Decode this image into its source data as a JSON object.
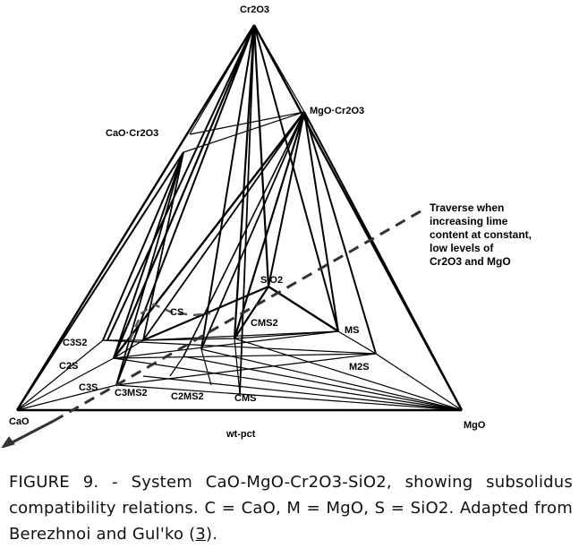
{
  "diagram": {
    "apex_top": "Cr2O3",
    "vertex_left": "CaO",
    "vertex_right": "MgO",
    "cao_cr2o3": "CaO·Cr2O3",
    "mgo_cr2o3": "MgO·Cr2O3",
    "sio2": "SiO2",
    "cs": "CS",
    "cms2": "CMS2",
    "ms": "MS",
    "m2s": "M2S",
    "c3s2": "C3S2",
    "c2s": "C2S",
    "c3s": "C3S",
    "c3ms2": "C3MS2",
    "c2ms2": "C2MS2",
    "cms": "CMS",
    "base_label": "wt-pct",
    "traverse_note": [
      "Traverse when",
      "increasing lime",
      "content at constant,",
      "low levels of",
      "Cr2O3 and MgO"
    ]
  },
  "caption": {
    "text_1": "FIGURE 9. - System CaO-MgO-Cr2O3-SiO2, showing subsolidus compatibility relations. C = CaO, M = MgO, S = SiO2. Adapted from Berezhnoi and Gul'ko (",
    "ref": "3",
    "text_2": ")."
  }
}
